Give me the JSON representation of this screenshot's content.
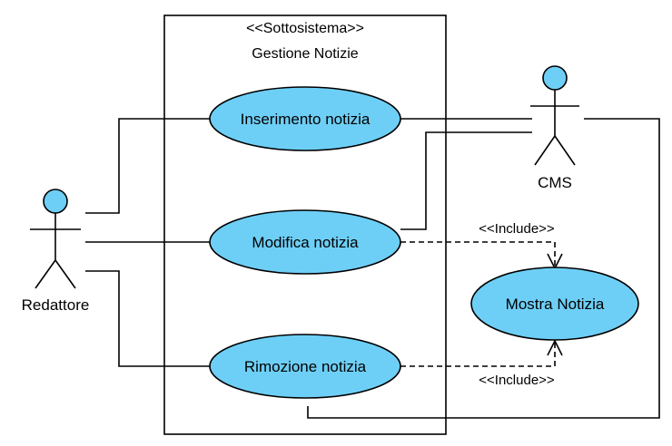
{
  "system": {
    "stereotype": "<<Sottosistema>>",
    "name": "Gestione Notizie"
  },
  "actors": {
    "redattore": "Redattore",
    "cms": "CMS"
  },
  "use_cases": {
    "inserimento": "Inserimento notizia",
    "modifica": "Modifica notizia",
    "rimozione": "Rimozione notizia",
    "mostra": "Mostra Notizia"
  },
  "relations": {
    "include_top": "<<Include>>",
    "include_bottom": "<<Include>>"
  },
  "colors": {
    "usecase_fill": "#6ecff6",
    "actor_head_fill": "#6ecff6",
    "line": "#000000",
    "background": "#ffffff"
  }
}
